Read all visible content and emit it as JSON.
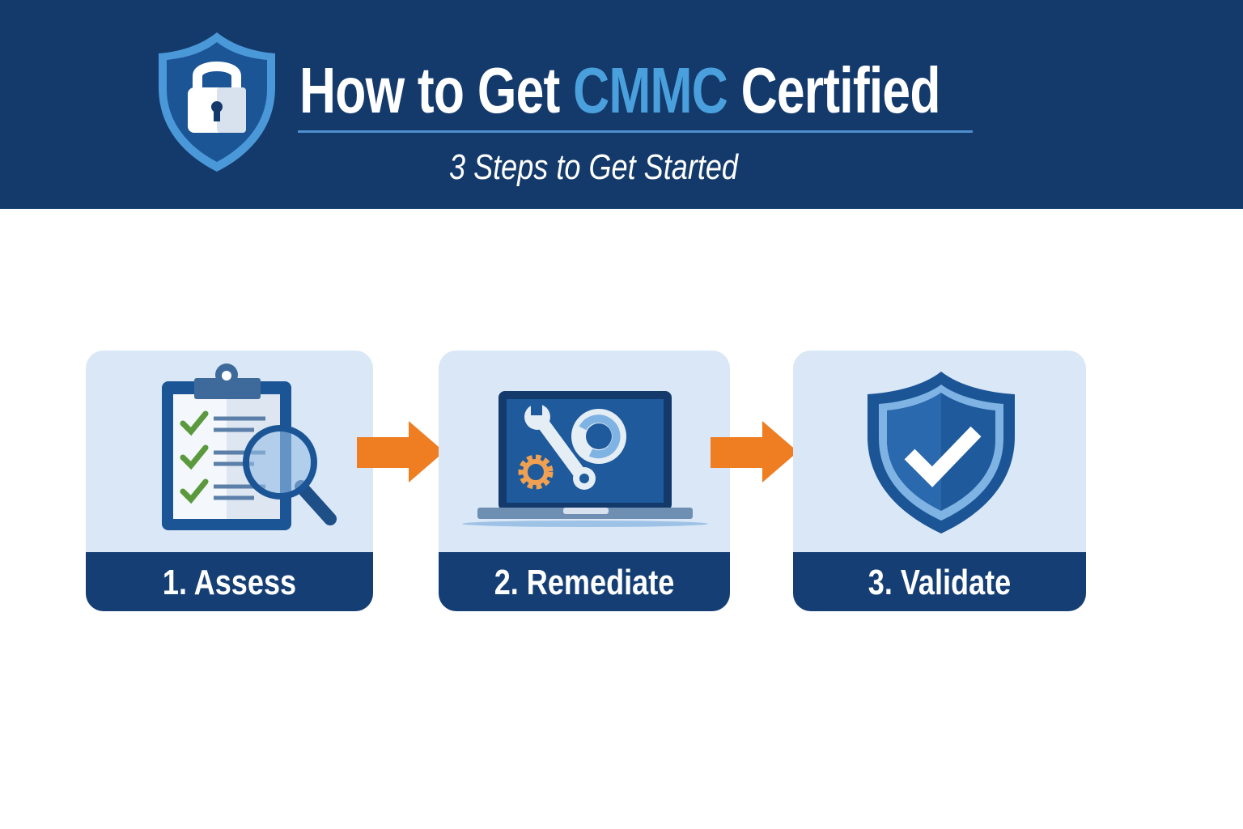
{
  "header": {
    "title_prefix": "How to Get",
    "title_accent": "CMMC",
    "title_suffix": "Certified",
    "subtitle": "3 Steps to Get Started"
  },
  "steps": [
    {
      "label": "1. Assess",
      "icon": "clipboard-magnifier-icon"
    },
    {
      "label": "2. Remediate",
      "icon": "laptop-tools-icon"
    },
    {
      "label": "3. Validate",
      "icon": "shield-check-icon"
    }
  ],
  "colors": {
    "header_bg": "#143a6b",
    "accent": "#4aa0dc",
    "card_bg": "#d9e7f6",
    "band": "#153f74",
    "arrow": "#ef7d22",
    "check_green": "#5a9a3c"
  }
}
